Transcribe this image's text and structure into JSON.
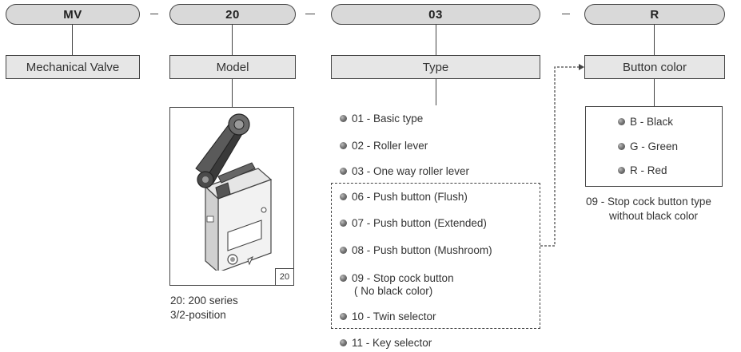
{
  "codes": {
    "mv": "MV",
    "model": "20",
    "type": "03",
    "color": "R"
  },
  "labels": {
    "mechanical_valve": "Mechanical Valve",
    "model": "Model",
    "type": "Type",
    "button_color": "Button color"
  },
  "model_image": {
    "tag": "20",
    "caption_line1": "20: 200 series",
    "caption_line2": "3/2-position"
  },
  "types": [
    "01 - Basic type",
    "02 - Roller lever",
    "03 - One way roller lever",
    "06 - Push button (Flush)",
    "07 - Push button (Extended)",
    "08 - Push button (Mushroom)",
    "09 - Stop cock button",
    "( No black color)",
    "10 - Twin selector",
    "11 - Key selector"
  ],
  "colors": [
    "B - Black",
    "G - Green",
    "R - Red"
  ],
  "color_note": {
    "line1": "09 - Stop cock button type",
    "line2": "without black color"
  }
}
